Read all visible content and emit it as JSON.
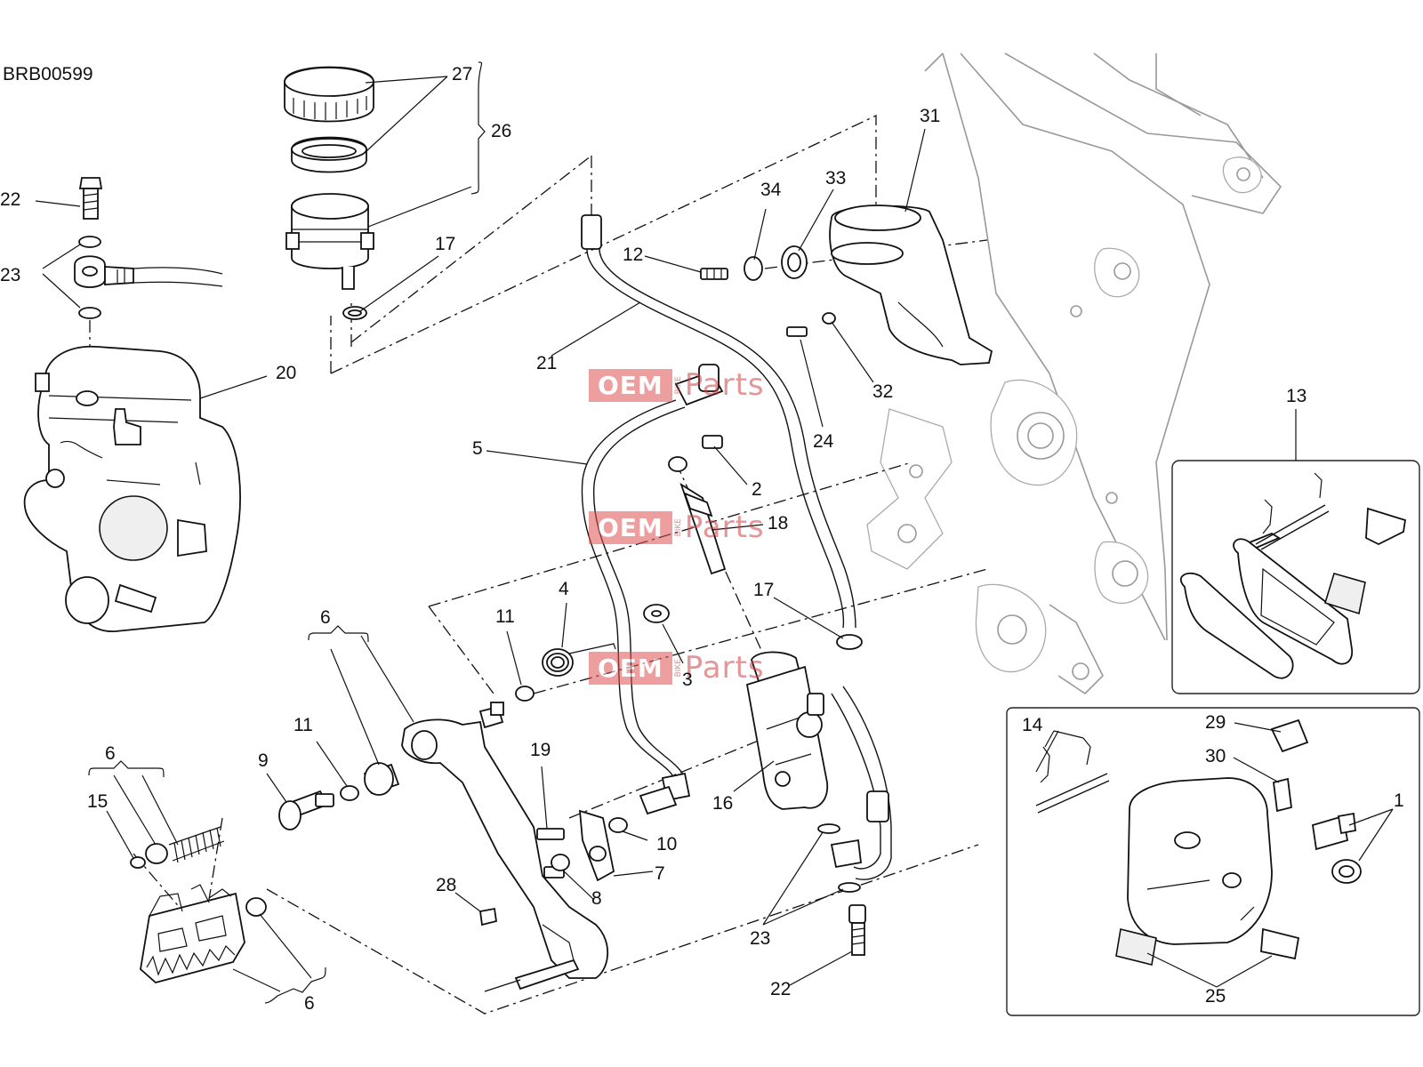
{
  "diagram_code": "BRB00599",
  "watermark": {
    "brand": "OEM",
    "small": "BIKE",
    "suffix": "Parts"
  },
  "callouts": {
    "c27": "27",
    "c26": "26",
    "c22a": "22",
    "c23a": "23",
    "c17a": "17",
    "c20": "20",
    "c31": "31",
    "c34": "34",
    "c33": "33",
    "c12": "12",
    "c21": "21",
    "c32": "32",
    "c24": "24",
    "c13": "13",
    "c5": "5",
    "c2": "2",
    "c18": "18",
    "c6a": "6",
    "c11a": "11",
    "c4": "4",
    "c17b": "17",
    "c3": "3",
    "c11b": "11",
    "c9": "9",
    "c19": "19",
    "c16": "16",
    "c10": "10",
    "c7": "7",
    "c6b": "6",
    "c15": "15",
    "c8": "8",
    "c28": "28",
    "c23b": "23",
    "c22b": "22",
    "c6c": "6",
    "c14": "14",
    "c29": "29",
    "c30": "30",
    "c1": "1",
    "c25": "25"
  },
  "colors": {
    "line": "#111111",
    "frame_outline": "#999999",
    "watermark_red": "#e05050"
  }
}
